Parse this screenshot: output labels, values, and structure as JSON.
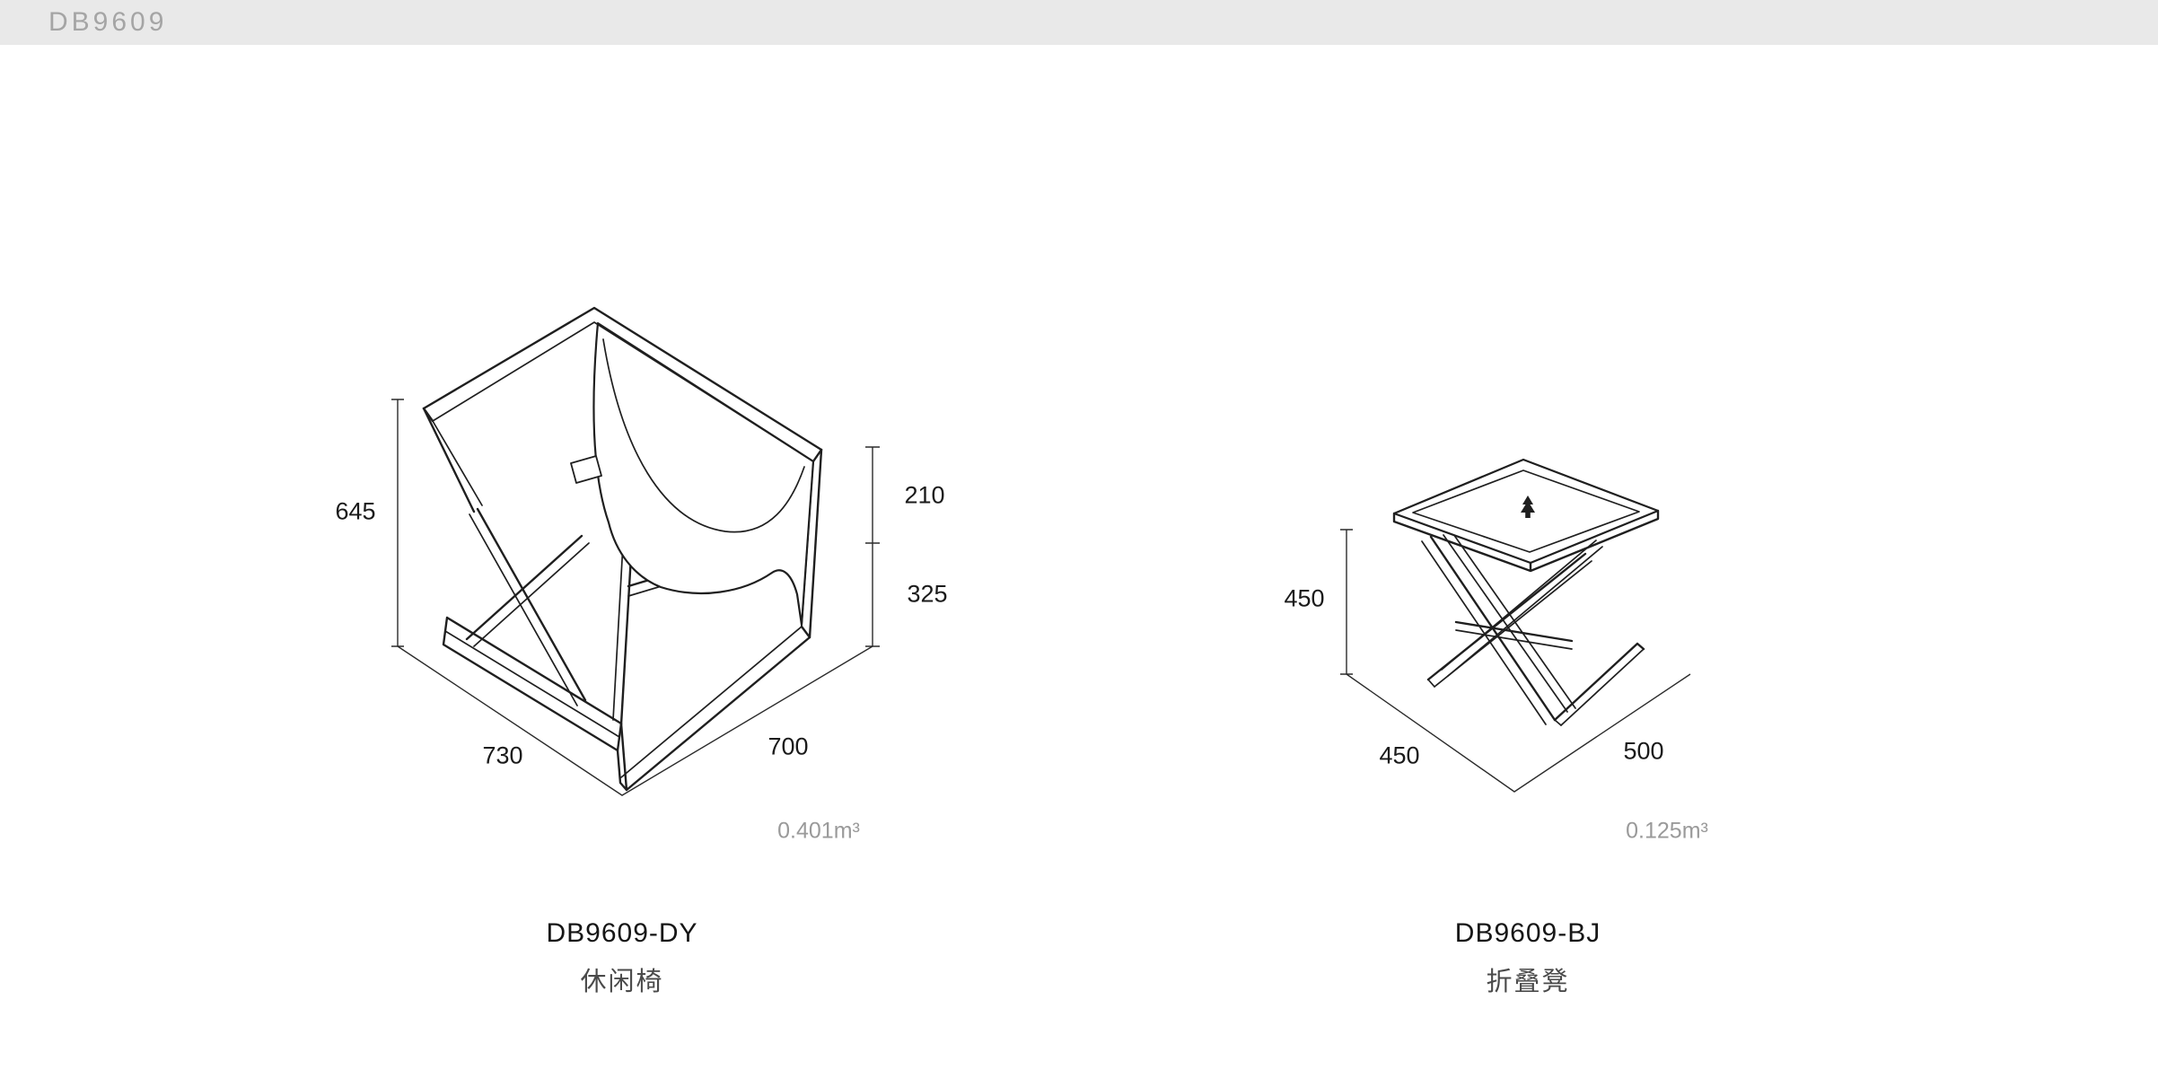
{
  "header": {
    "model": "DB9609"
  },
  "products": [
    {
      "code": "DB9609-DY",
      "name": "休闲椅",
      "volume": "0.401m³",
      "dim_height": "645",
      "dim_arm_height": "210",
      "dim_seat_height": "325",
      "dim_depth": "730",
      "dim_width": "700"
    },
    {
      "code": "DB9609-BJ",
      "name": "折叠凳",
      "volume": "0.125m³",
      "dim_height": "450",
      "dim_depth": "450",
      "dim_width": "500"
    }
  ],
  "icons": {
    "stool_top_logo": "tree-icon"
  },
  "colors": {
    "header_bg": "#e9e9e9",
    "header_text": "#a5a5a5",
    "line": "#1f1f1f",
    "dim_text": "#1a1a1a",
    "muted_text": "#9a9a9a"
  }
}
